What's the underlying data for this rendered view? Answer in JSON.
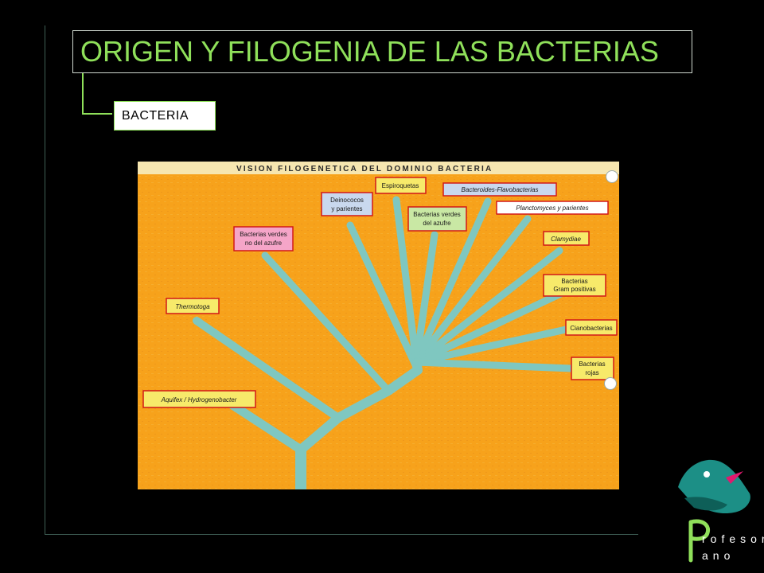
{
  "slide": {
    "title": "ORIGEN Y FILOGENIA DE LAS BACTERIAS",
    "subtopic": "BACTERIA"
  },
  "figure": {
    "heading": "VISION FILOGENETICA DEL DOMINIO BACTERIA",
    "background_color": "#f7a21b",
    "branch_color": "#7fc7c0",
    "labels": [
      "Aquifex / Hydrogenobacter",
      "Thermotoga",
      "Bacterias verdes",
      "no del azufre",
      "Deinococos",
      "y parientes",
      "Espiroquetas",
      "Bacterias verdes",
      "del azufre",
      "Bacteroides-Flavobacterias",
      "Planctomyces y parientes",
      "Clamydiae",
      "Bacterias",
      "Gram positivas",
      "Cianobacterias",
      "Bacterias",
      "rojas"
    ]
  },
  "logo": {
    "line1": "rofesor",
    "line2": "ano",
    "initial": "P",
    "colors": {
      "teal": "#1c8f86",
      "green": "#8fe05a",
      "magenta": "#e0196f"
    }
  },
  "colors": {
    "title": "#8fe05a",
    "frame": "#3f5f55",
    "background": "#000000"
  }
}
